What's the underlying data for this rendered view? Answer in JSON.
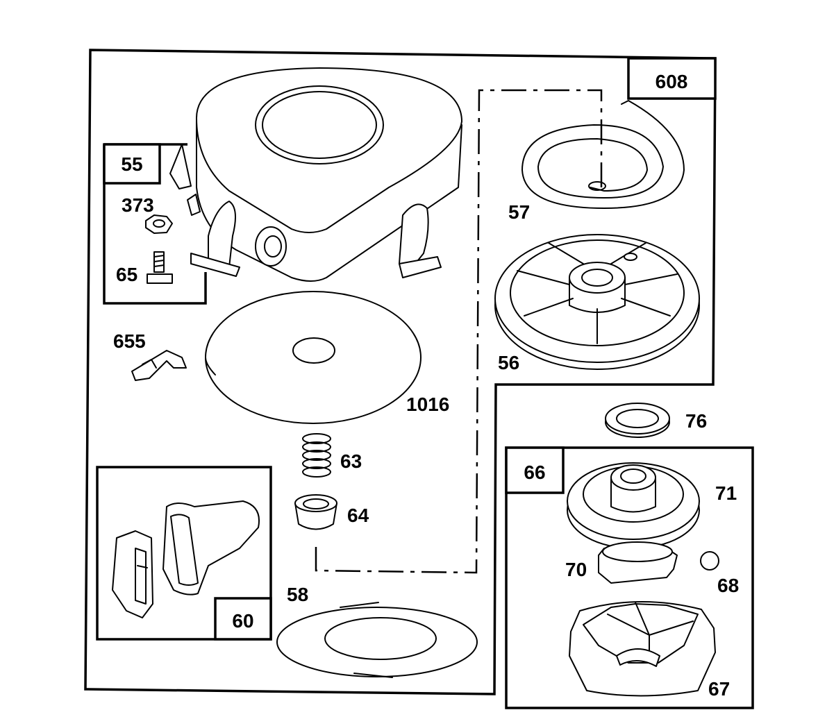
{
  "callout_boxes": {
    "b608": "608",
    "b55": "55",
    "b66": "66",
    "b60": "60"
  },
  "part_labels": {
    "p373": "373",
    "p65": "65",
    "p655": "655",
    "p1016": "1016",
    "p63": "63",
    "p64": "64",
    "p57": "57",
    "p56": "56",
    "p76": "76",
    "p71": "71",
    "p70": "70",
    "p68": "68",
    "p67": "67",
    "p58": "58"
  }
}
